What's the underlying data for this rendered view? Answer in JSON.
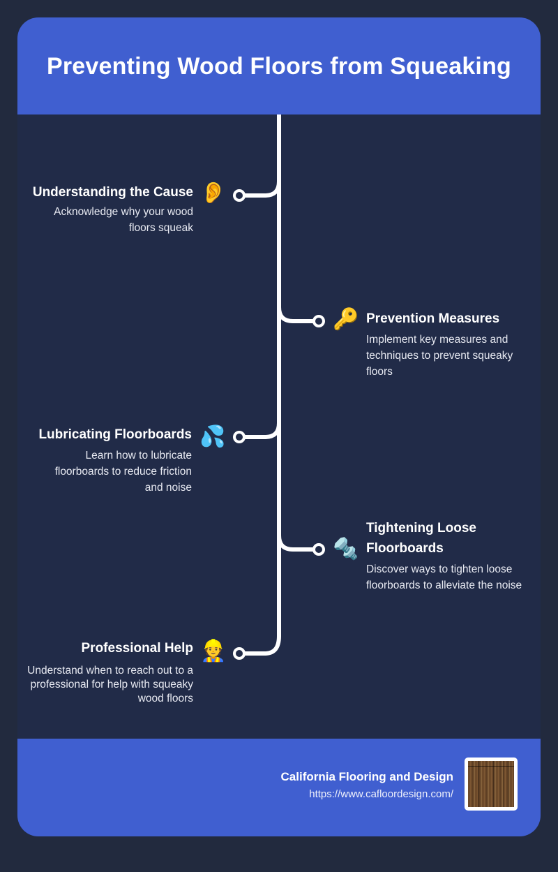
{
  "header": {
    "title": "Preventing Wood Floors from Squeaking"
  },
  "steps": [
    {
      "title": "Understanding the Cause",
      "description": "Acknowledge why your wood floors squeak",
      "icon": "ear-icon",
      "emoji": "👂",
      "side": "left"
    },
    {
      "title": "Prevention Measures",
      "description": "Implement key measures and techniques to prevent squeaky floors",
      "icon": "key-icon",
      "emoji": "🔑",
      "side": "right"
    },
    {
      "title": "Lubricating Floorboards",
      "description": "Learn how to lubricate floorboards to reduce friction and noise",
      "icon": "sweat-droplets-icon",
      "emoji": "💦",
      "side": "left"
    },
    {
      "title": "Tightening Loose Floorboards",
      "description": "Discover ways to tighten loose floorboards to alleviate the noise",
      "icon": "nut-and-bolt-icon",
      "emoji": "🔩",
      "side": "right"
    },
    {
      "title": "Professional Help",
      "description": "Understand when to reach out to a professional for help with squeaky wood floors",
      "icon": "construction-worker-icon",
      "emoji": "👷",
      "side": "left"
    }
  ],
  "footer": {
    "company": "California Flooring and Design",
    "url": "https://www.cafloordesign.com/",
    "logo_icon": "wood-floor-thumbnail"
  },
  "colors": {
    "background": "#222a3e",
    "card": "#212b48",
    "accent": "#405fd0",
    "line": "#ffffff"
  }
}
